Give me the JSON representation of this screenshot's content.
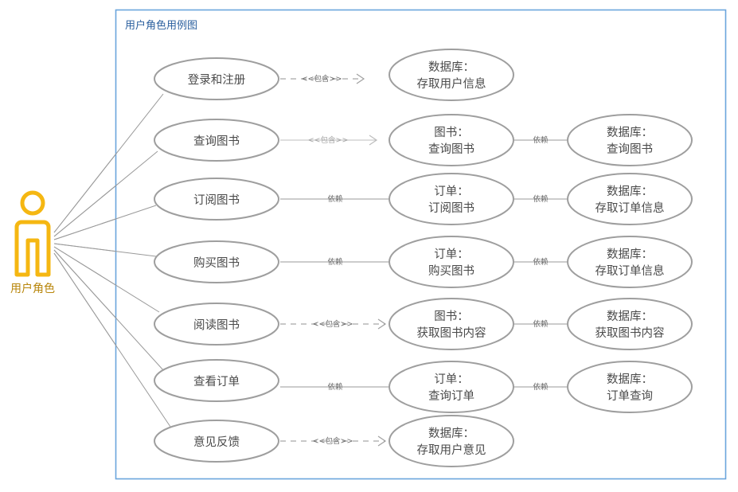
{
  "diagram": {
    "title": "用户角色用例图",
    "frame_color": "#6ba5dd",
    "actor": {
      "name": "用户角色",
      "color": "#f5b712",
      "label_color": "#b8860b",
      "icon": "actor-stick-figure-icon"
    },
    "stereotype_include": "<<包含>>",
    "label_dependency": "依赖",
    "rows": [
      {
        "usecase": "登录和注册",
        "link1": {
          "label": "<<包含>>",
          "style": "dashed",
          "arrow": true
        },
        "service": "数据库：\n存取用户信息",
        "service_line1": "数据库：",
        "service_line2": "存取用户信息",
        "link2": null,
        "store": null,
        "store_line1": null,
        "store_line2": null
      },
      {
        "usecase": "查询图书",
        "link1": {
          "label": "<<包含>>",
          "style": "solid-faint",
          "arrow": true
        },
        "service": "图书：\n查询图书",
        "service_line1": "图书：",
        "service_line2": "查询图书",
        "link2": {
          "label": "依赖",
          "style": "solid",
          "arrow": false
        },
        "store": "数据库：\n查询图书",
        "store_line1": "数据库：",
        "store_line2": "查询图书"
      },
      {
        "usecase": "订阅图书",
        "link1": {
          "label": "依赖",
          "style": "solid",
          "arrow": false
        },
        "service": "订单：\n订阅图书",
        "service_line1": "订单：",
        "service_line2": "订阅图书",
        "link2": {
          "label": "依赖",
          "style": "solid",
          "arrow": false
        },
        "store": "数据库：\n存取订单信息",
        "store_line1": "数据库：",
        "store_line2": "存取订单信息"
      },
      {
        "usecase": "购买图书",
        "link1": {
          "label": "依赖",
          "style": "solid",
          "arrow": false
        },
        "service": "订单：\n购买图书",
        "service_line1": "订单：",
        "service_line2": "购买图书",
        "link2": {
          "label": "依赖",
          "style": "solid",
          "arrow": false
        },
        "store": "数据库：\n存取订单信息",
        "store_line1": "数据库：",
        "store_line2": "存取订单信息"
      },
      {
        "usecase": "阅读图书",
        "link1": {
          "label": "<<包含>>",
          "style": "dashed",
          "arrow": true
        },
        "service": "图书：\n获取图书内容",
        "service_line1": "图书：",
        "service_line2": "获取图书内容",
        "link2": {
          "label": "依赖",
          "style": "solid",
          "arrow": false
        },
        "store": "数据库：\n获取图书内容",
        "store_line1": "数据库：",
        "store_line2": "获取图书内容"
      },
      {
        "usecase": "查看订单",
        "link1": {
          "label": "依赖",
          "style": "solid",
          "arrow": false
        },
        "service": "订单：\n查询订单",
        "service_line1": "订单：",
        "service_line2": "查询订单",
        "link2": {
          "label": "依赖",
          "style": "solid",
          "arrow": false
        },
        "store": "数据库：\n订单查询",
        "store_line1": "数据库：",
        "store_line2": "订单查询"
      },
      {
        "usecase": "意见反馈",
        "link1": {
          "label": "<<包含>>",
          "style": "dashed",
          "arrow": true
        },
        "service": "数据库：\n存取用户意见",
        "service_line1": "数据库：",
        "service_line2": "存取用户意见",
        "link2": null,
        "store": null,
        "store_line1": null,
        "store_line2": null
      }
    ]
  }
}
